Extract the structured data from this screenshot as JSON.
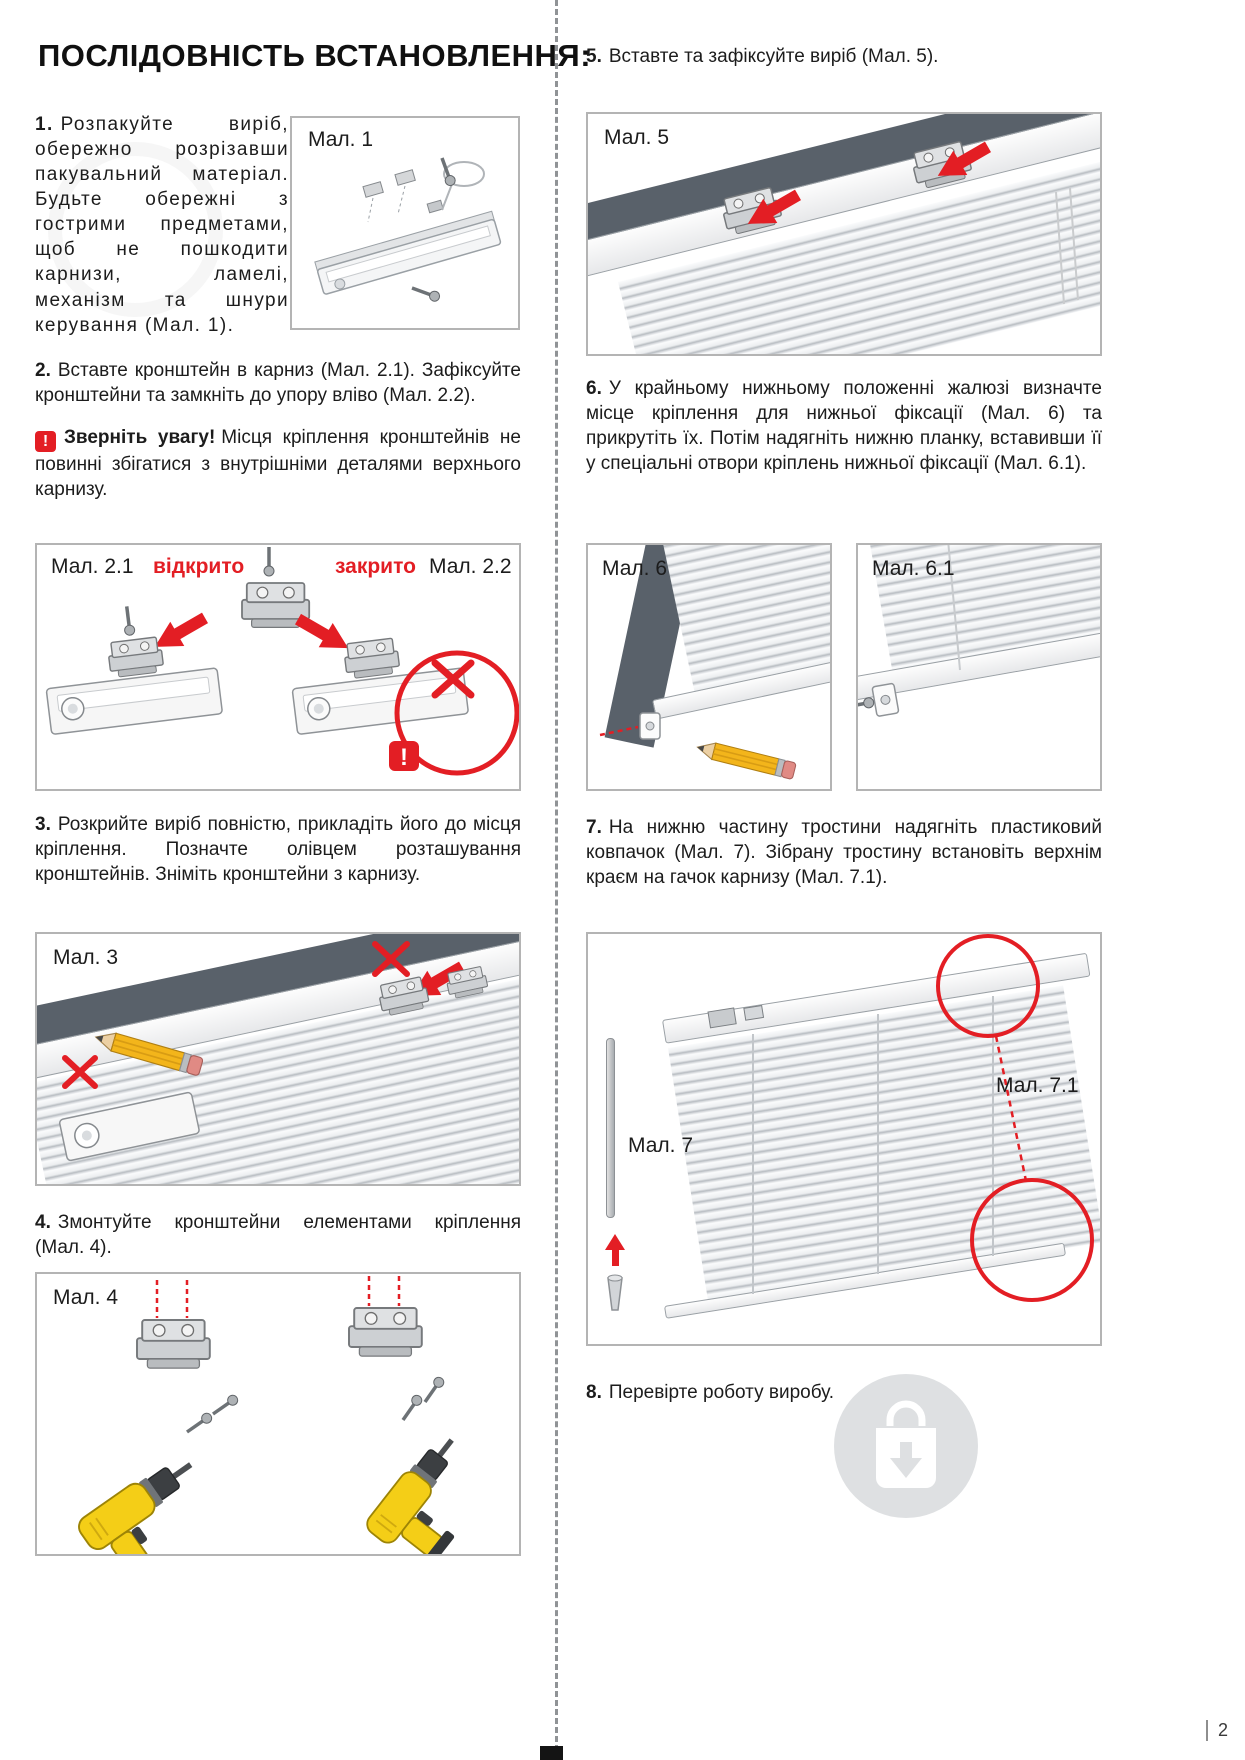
{
  "page": {
    "number": "2"
  },
  "title": "ПОСЛІДОВНІСТЬ ВСТАНОВЛЕННЯ:",
  "steps": {
    "s1": {
      "num": "1.",
      "text": "Розпакуйте виріб, обережно розрізавши пакувальний матеріал. Будьте обережні з гострими предметами, щоб не пошкодити карнизи, ламелі, механізм та шнури керування (Мал. 1)."
    },
    "s2": {
      "num": "2.",
      "text": "Вставте кронштейн в карниз (Мал. 2.1). Зафіксуйте кронштейни та замкніть до упору вліво (Мал. 2.2)."
    },
    "warning": {
      "icon": "!",
      "bold": "Зверніть увагу!",
      "text": "Місця кріплення кронштейнів не повинні збігатися з внутрішніми деталями верхнього карнизу."
    },
    "s3": {
      "num": "3.",
      "text": "Розкрийте виріб повністю, прикладіть його до місця кріплення. Позначте олівцем розташування кронштейнів. Зніміть кронштейни з карнизу."
    },
    "s4": {
      "num": "4.",
      "text": "Змонтуйте кронштейни елементами кріплення (Мал. 4)."
    },
    "s5": {
      "num": "5.",
      "text": "Вставте та зафіксуйте виріб (Мал. 5)."
    },
    "s6": {
      "num": "6.",
      "text": "У крайньому нижньому положенні жалюзі визначте місце кріплення для нижньої фіксації (Мал. 6) та прикрутіть їх. Потім надягніть нижню планку, вставивши її у спеціальні отвори кріплень нижньої фіксації (Мал. 6.1)."
    },
    "s7": {
      "num": "7.",
      "text": "На нижню частину тростини надягніть пластиковий ковпачок (Мал. 7). Зібрану тростину встановіть верхнім краєм на гачок карнизу (Мал. 7.1)."
    },
    "s8": {
      "num": "8.",
      "text": "Перевірте роботу виробу."
    }
  },
  "figures": {
    "f1": {
      "label": "Мал. 1"
    },
    "f2": {
      "label_left": "Мал. 2.1",
      "open": "відкрито",
      "closed": "закрито",
      "label_right": "Мал. 2.2",
      "warn_mark": "!"
    },
    "f3": {
      "label": "Мал. 3"
    },
    "f4": {
      "label": "Мал. 4"
    },
    "f5": {
      "label": "Мал. 5"
    },
    "f6": {
      "label": "Мал. 6"
    },
    "f61": {
      "label": "Мал. 6.1"
    },
    "f7": {
      "label": "Мал. 7",
      "label_detail": "Мал. 7.1"
    }
  },
  "colors": {
    "accent_red": "#e31e24",
    "frame_gray": "#59616a",
    "drill_yellow": "#f4ce17"
  }
}
